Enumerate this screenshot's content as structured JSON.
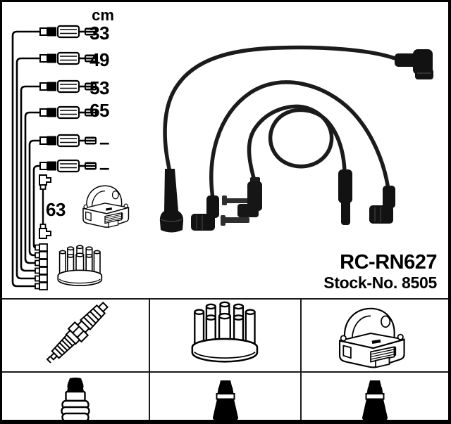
{
  "product": {
    "part_number": "RC-RN627",
    "stock_label": "Stock-No.",
    "stock_number": "8505"
  },
  "spec_table": {
    "unit_header": "cm",
    "wire_lengths": [
      "33",
      "49",
      "53",
      "65",
      "–",
      "–"
    ],
    "coil_wire_length": "63"
  },
  "legend": {
    "row1_icons": [
      "spark-plug-icon",
      "distributor-cap-icon",
      "ignition-coil-icon"
    ],
    "row2_icons": [
      "spark-plug-boot-icon",
      "distributor-side-boot-icon",
      "coil-side-boot-icon"
    ]
  },
  "diagram_icons": [
    "wire-schematic",
    "coil-wire-schematic",
    "ignition-coil-icon",
    "distributor-cap-icon",
    "wire-set-photo"
  ],
  "colors": {
    "background": "#ffffff",
    "ink": "#000000",
    "photo_black": "#161616",
    "grid_line": "#1a1a1a"
  }
}
